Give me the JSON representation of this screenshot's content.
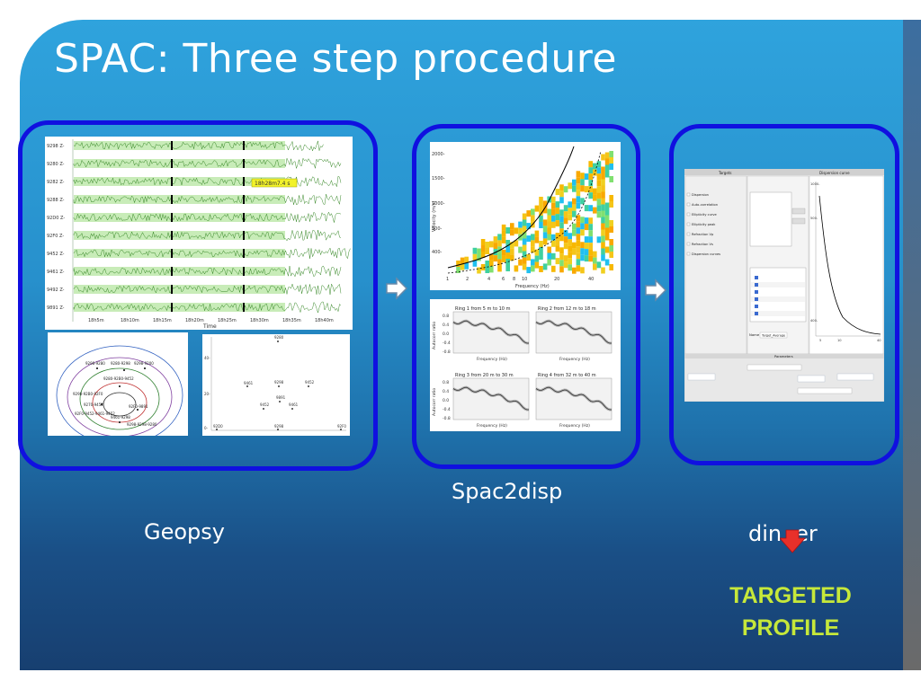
{
  "title": "SPAC: Three step procedure",
  "labels": {
    "geopsy": "Geopsy",
    "spac2disp": "Spac2disp",
    "dinver_left": "din",
    "dinver_right": "er",
    "targeted_line1": "TARGETED",
    "targeted_line2": "PROFILE"
  },
  "geopsy_traces": {
    "stations": [
      "9298 Z-",
      "9280 Z-",
      "9282 Z-",
      "9288 Z-",
      "92D0 Z-",
      "92F0 Z-",
      "9452 Z-",
      "9461 Z-",
      "9492 Z-",
      "9891 Z-"
    ],
    "time_ticks": [
      "18h5m",
      "18h10m",
      "18h15m",
      "18h20m",
      "18h25m",
      "18h30m",
      "18h35m",
      "18h40m"
    ],
    "axis_label": "Time",
    "highlight_label": "18h28m7.4 s"
  },
  "spac_dispersion": {
    "y_ticks": [
      "2000-",
      "1500-",
      "1000-",
      "500-",
      "400-"
    ],
    "x_ticks": [
      "1",
      "2",
      "4",
      "6",
      "8",
      "10",
      "20",
      "40"
    ],
    "xlabel": "Frequency (Hz)",
    "ylabel": "Velocity (m/s)"
  },
  "spac_rings": [
    {
      "title": "Ring 1 from 5 m to 10 m"
    },
    {
      "title": "Ring 2 from 12 m to 18 m"
    },
    {
      "title": "Ring 3 from 20 m to 30 m"
    },
    {
      "title": "Ring 4 from 32 m to 40 m"
    }
  ],
  "ring_axis": {
    "ylabel": "Autocorr ratio",
    "xlabel": "Frequency (Hz)",
    "y_ticks": [
      "0.8",
      "0.4",
      "0.0",
      "-0.4",
      "-0.8"
    ]
  },
  "dinver": {
    "targets_title": "Targets",
    "dispersion_title": "Dispersion curve",
    "target_items": [
      "Dispersion",
      "Auto-correlation",
      "Ellipticity curve",
      "Ellipticity peak",
      "Refraction Vp",
      "Refraction Vs",
      "Dispersion curves"
    ],
    "y_ticks": [
      "1000-",
      "500-",
      "400-"
    ],
    "x_ticks": [
      "5",
      "10",
      "40"
    ],
    "name_label": "Name",
    "name_value": "Target_Average",
    "parameters_title": "Parameters"
  },
  "colors": {
    "box_border": "#1010e0",
    "target_text": "#c6e83a",
    "arrow_red": "#e8302a"
  }
}
